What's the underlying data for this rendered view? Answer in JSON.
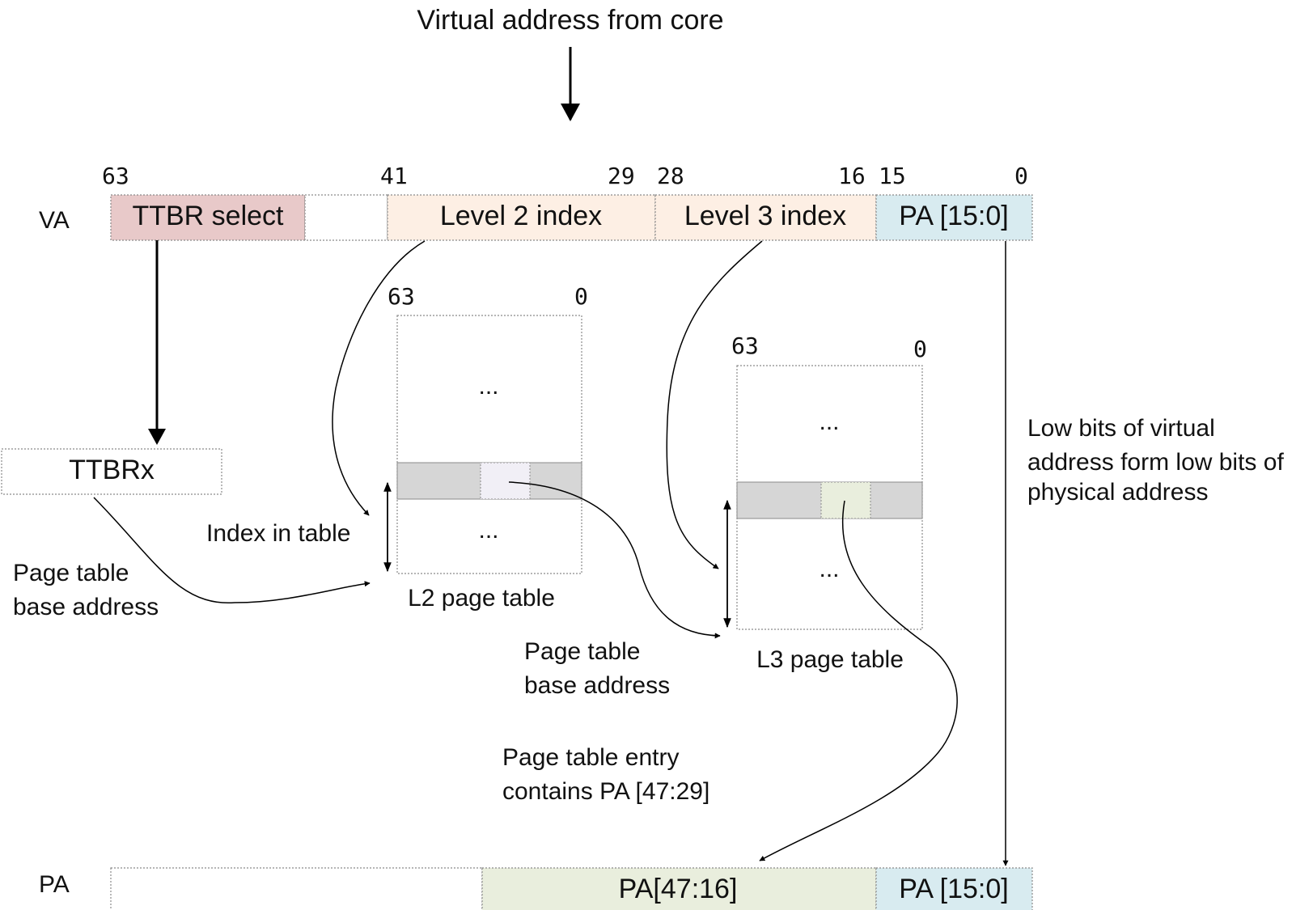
{
  "title": "Virtual address from core",
  "va": {
    "row_label": "VA",
    "fields": {
      "ttbr_select": "TTBR select",
      "level2_index": "Level 2 index",
      "level3_index": "Level 3 index",
      "pa_low": "PA [15:0]"
    },
    "bits": {
      "b63": "63",
      "b41": "41",
      "b29": "29",
      "b28": "28",
      "b16": "16",
      "b15": "15",
      "b0": "0"
    }
  },
  "ttbrx": "TTBRx",
  "labels": {
    "index_in_table": "Index in table",
    "pt_base_1_line1": "Page table",
    "pt_base_1_line2": "base address",
    "pt_base_2_line1": "Page table",
    "pt_base_2_line2": "base address",
    "pte_line1": "Page table entry",
    "pte_line2": "contains PA [47:29]",
    "low_bits_line1": "Low bits of virtual",
    "low_bits_line2": "address form low bits of",
    "low_bits_line3": "physical address"
  },
  "l2_table": {
    "name": "L2 page table",
    "bit_hi": "63",
    "bit_lo": "0",
    "ellipsis_top": "...",
    "ellipsis_bottom": "..."
  },
  "l3_table": {
    "name": "L3 page table",
    "bit_hi": "63",
    "bit_lo": "0",
    "ellipsis_top": "...",
    "ellipsis_bottom": "..."
  },
  "pa": {
    "row_label": "PA",
    "fields": {
      "pa_high": "PA[47:16]",
      "pa_low": "PA [15:0]"
    }
  },
  "colors": {
    "ttbr_select": "#e8c9c9",
    "level_index": "#fdefe4",
    "pa_low": "#d8ebf0",
    "pa_high": "#e9eedd",
    "table_row": "#d6d6d6",
    "l2_entry": "#f1eff6",
    "l3_entry": "#e9eedd"
  }
}
